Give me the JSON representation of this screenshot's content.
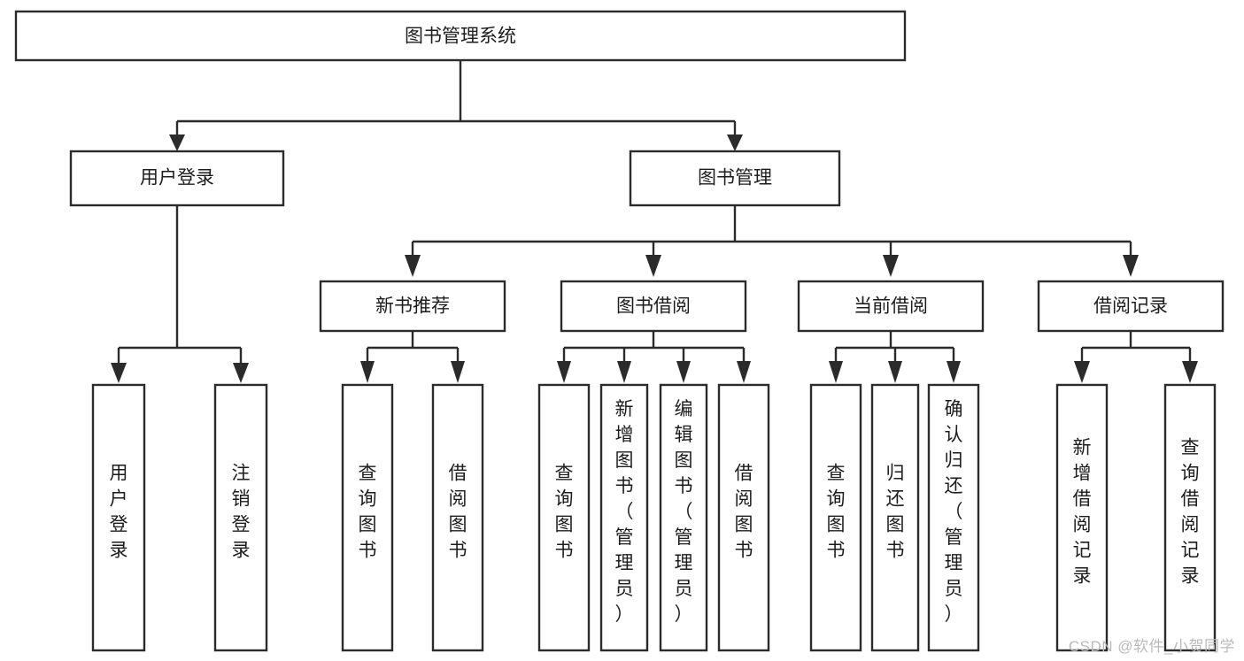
{
  "diagram": {
    "type": "tree",
    "title": "图书管理系统",
    "orientation": "top-down",
    "colors": {
      "box_stroke": "#2b2b2b",
      "box_fill": "#ffffff",
      "connector": "#2b2b2b",
      "text": "#1c1c1c",
      "background": "#ffffff",
      "watermark": "#b9b9b9"
    },
    "nodes": {
      "root": {
        "label": "图书管理系统"
      },
      "level2": [
        {
          "id": "user-login",
          "label": "用户登录"
        },
        {
          "id": "book-management",
          "label": "图书管理"
        }
      ],
      "level3": [
        {
          "id": "new-book-recommend",
          "label": "新书推荐"
        },
        {
          "id": "book-borrow",
          "label": "图书借阅"
        },
        {
          "id": "current-borrow",
          "label": "当前借阅"
        },
        {
          "id": "borrow-record",
          "label": "借阅记录"
        }
      ],
      "leaves": {
        "user_login": [
          {
            "id": "leaf-user-login",
            "label": "用户登录"
          },
          {
            "id": "leaf-logout-login",
            "label": "注销登录"
          }
        ],
        "new_book_recommend": [
          {
            "id": "leaf-query-book-1",
            "label": "查询图书"
          },
          {
            "id": "leaf-borrow-book-1",
            "label": "借阅图书"
          }
        ],
        "book_borrow": [
          {
            "id": "leaf-query-book-2",
            "label": "查询图书"
          },
          {
            "id": "leaf-add-book",
            "label": "新增图书（管理员）"
          },
          {
            "id": "leaf-edit-book",
            "label": "编辑图书（管理员）"
          },
          {
            "id": "leaf-borrow-book-2",
            "label": "借阅图书"
          }
        ],
        "current_borrow": [
          {
            "id": "leaf-query-book-3",
            "label": "查询图书"
          },
          {
            "id": "leaf-return-book",
            "label": "归还图书"
          },
          {
            "id": "leaf-confirm-return",
            "label": "确认归还（管理员）"
          }
        ],
        "borrow_record": [
          {
            "id": "leaf-add-borrow-record",
            "label": "新增借阅记录"
          },
          {
            "id": "leaf-query-borrow-record",
            "label": "查询借阅记录"
          }
        ]
      }
    }
  },
  "watermark": {
    "text": "CSDN @软件_小贺同学"
  }
}
